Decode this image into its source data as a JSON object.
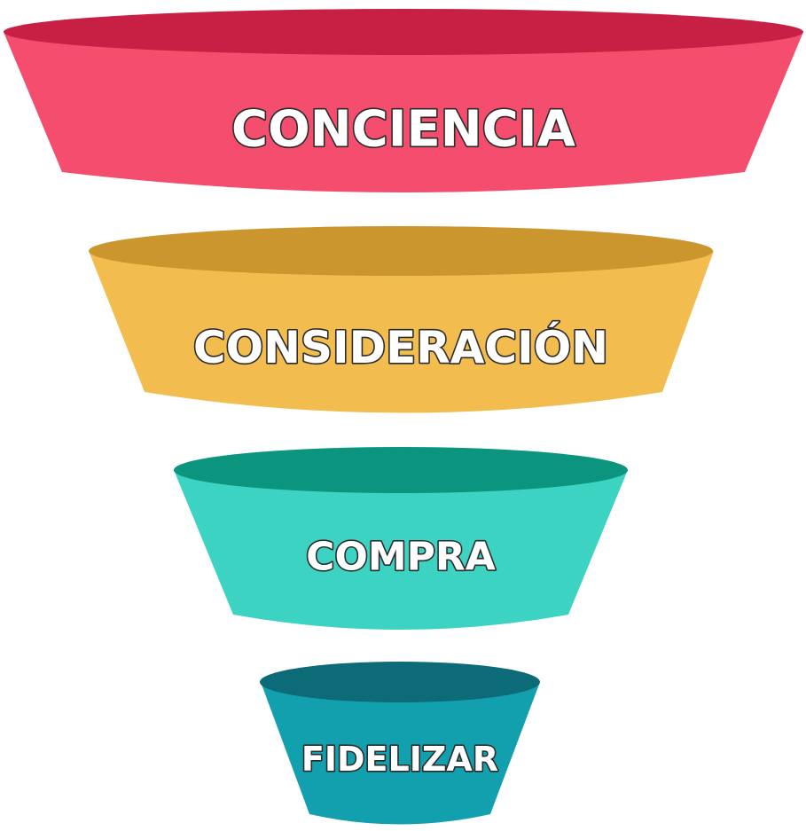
{
  "funnel": {
    "stages": [
      {
        "label": "CONCIENCIA",
        "body_color": "#f44d6e",
        "rim_color": "#c81f45"
      },
      {
        "label": "CONSIDERACIÓN",
        "body_color": "#f2bc4f",
        "rim_color": "#cc962e"
      },
      {
        "label": "COMPRA",
        "body_color": "#3dd3c3",
        "rim_color": "#0c957e"
      },
      {
        "label": "FIDELIZAR",
        "body_color": "#12a0ae",
        "rim_color": "#0d6b78"
      }
    ]
  }
}
